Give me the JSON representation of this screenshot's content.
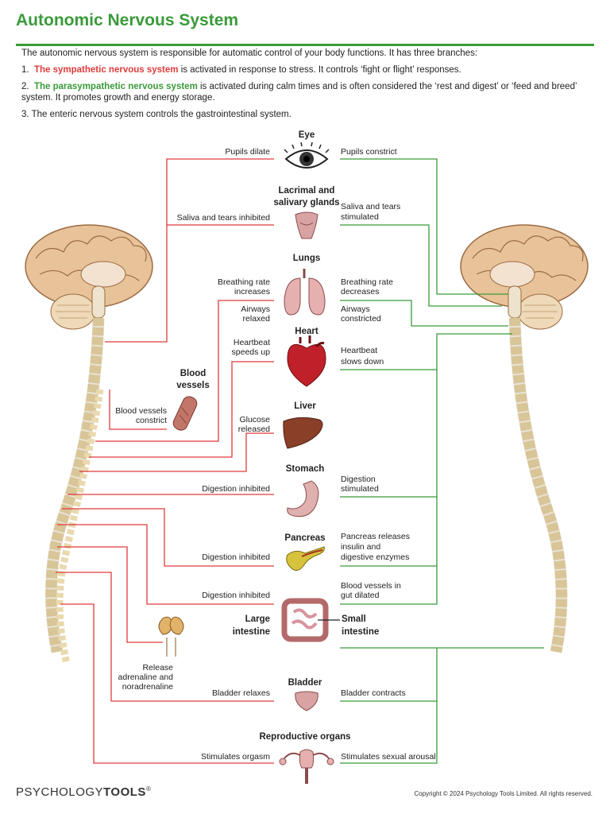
{
  "title": "Autonomic Nervous System",
  "intro": {
    "lead": "The autonomic nervous system is responsible for automatic control of your body functions. It has three branches:",
    "item1_num": "1.",
    "item1_term": "The sympathetic nervous system",
    "item1_rest": " is activated in response to stress. It controls ‘fight or flight’ responses.",
    "item2_num": "2.",
    "item2_term": "The parasympathetic nervous system",
    "item2_rest": " is activated during calm times and is often considered the ‘rest and digest’ or ‘feed and breed’ system. It promotes growth and energy storage.",
    "item3": "3.   The enteric nervous system controls the gastrointestinal system."
  },
  "colors": {
    "sympathetic": "#e03a3a",
    "parasympathetic": "#3a9a3a",
    "title": "#3a9a3a"
  },
  "organs": {
    "eye": "Eye",
    "lacrimal1": "Lacrimal and",
    "lacrimal2": "salivary glands",
    "lungs": "Lungs",
    "heart": "Heart",
    "blood1": "Blood",
    "blood2": "vessels",
    "liver": "Liver",
    "stomach": "Stomach",
    "pancreas": "Pancreas",
    "large1": "Large",
    "large2": "intestine",
    "small1": "Small",
    "small2": "intestine",
    "bladder": "Bladder",
    "repro": "Reproductive organs"
  },
  "sympathetic": {
    "eye": "Pupils dilate",
    "saliva": "Saliva and tears inhibited",
    "breath1": "Breathing rate",
    "breath2": "increases",
    "airway1": "Airways",
    "airway2": "relaxed",
    "heart1": "Heartbeat",
    "heart2": "speeds up",
    "vessels1": "Blood vessels",
    "vessels2": "constrict",
    "glucose1": "Glucose",
    "glucose2": "released",
    "stomach": "Digestion inhibited",
    "pancreas": "Digestion inhibited",
    "intestine": "Digestion inhibited",
    "adrenal1": "Release",
    "adrenal2": "adrenaline and",
    "adrenal3": "noradrenaline",
    "bladder": "Bladder relaxes",
    "repro": "Stimulates orgasm"
  },
  "parasympathetic": {
    "eye": "Pupils constrict",
    "saliva1": "Saliva and tears",
    "saliva2": "stimulated",
    "breath1": "Breathing rate",
    "breath2": "decreases",
    "airway1": "Airways",
    "airway2": "constricted",
    "heart1": "Heartbeat",
    "heart2": "slows down",
    "stomach1": "Digestion",
    "stomach2": "stimulated",
    "pancreas1": "Pancreas releases",
    "pancreas2": "insulin and",
    "pancreas3": "digestive enzymes",
    "gut1": "Blood vessels in",
    "gut2": "gut dilated",
    "bladder": "Bladder contracts",
    "repro": "Stimulates sexual arousal"
  },
  "footer": {
    "logo_a": "PSYCHOLOGY",
    "logo_b": "TOOLS",
    "logo_mark": "®",
    "copyright": "Copyright © 2024 Psychology Tools Limited. All rights reserved."
  }
}
